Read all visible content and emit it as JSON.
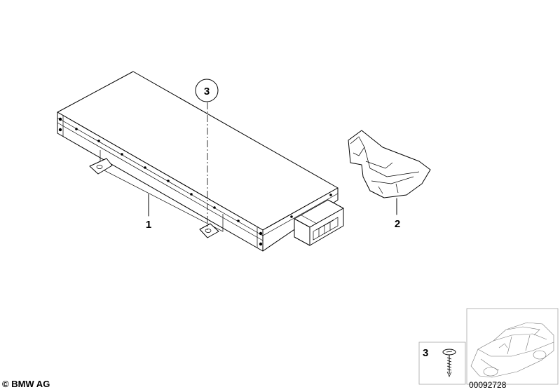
{
  "parts": [
    {
      "number": "1",
      "name": "control-unit"
    },
    {
      "number": "2",
      "name": "bracket"
    },
    {
      "number": "3",
      "name": "screw"
    }
  ],
  "legend": {
    "number": "3",
    "icon": "screw-icon"
  },
  "copyright": "© BMW AG",
  "diagram_id": "00092728",
  "thumbnail_icon": "car-thumbnail-icon"
}
